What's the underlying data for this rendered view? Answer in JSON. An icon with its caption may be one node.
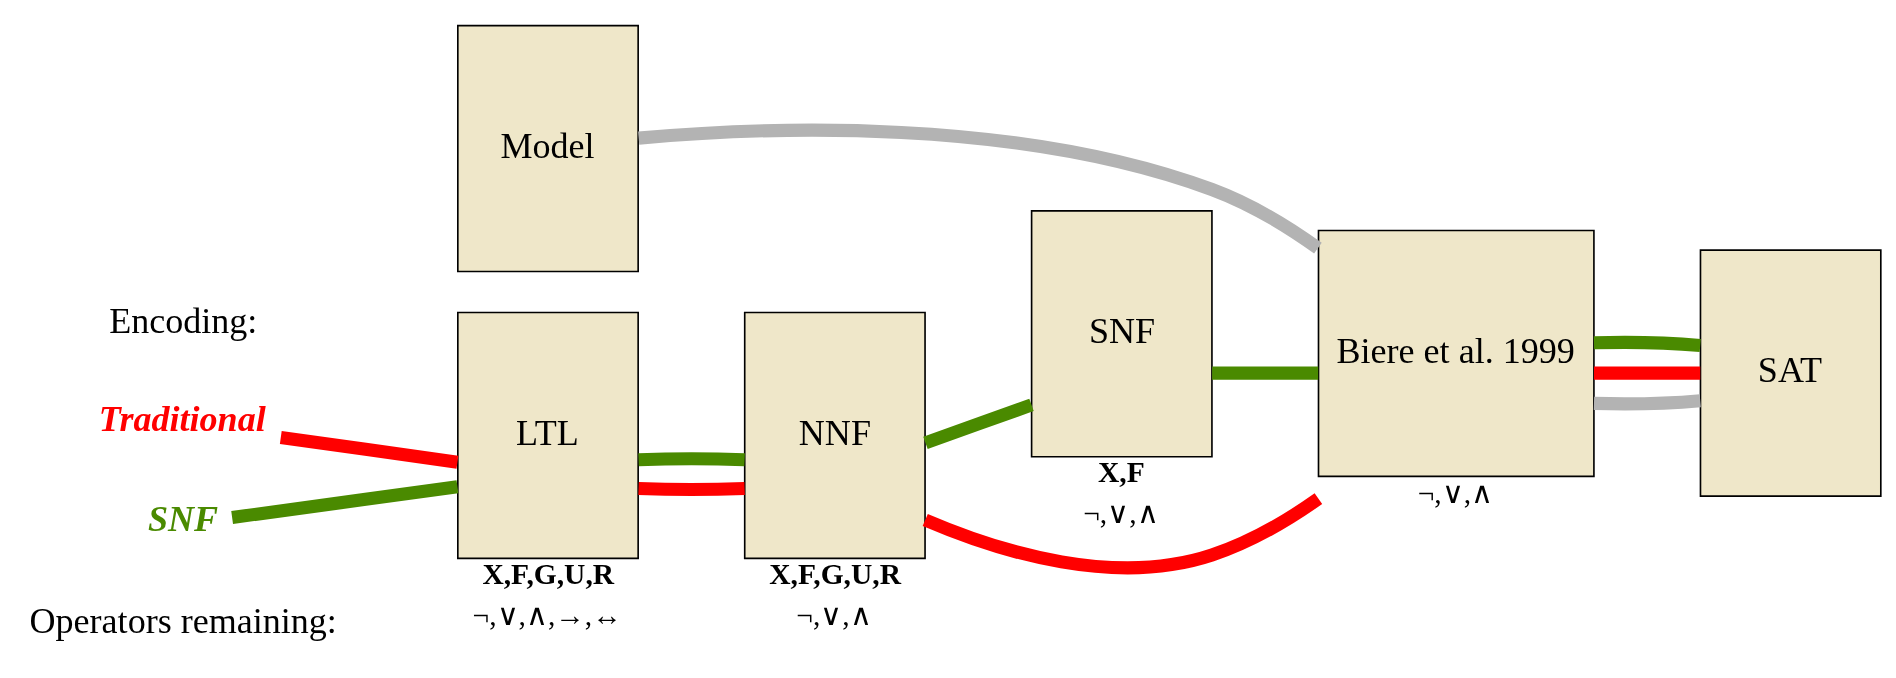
{
  "diagram": {
    "nodes": [
      {
        "text": [
          "Traditional"
        ]
      },
      {
        "text": [
          "SNF"
        ]
      },
      {
        "text": [
          "Model"
        ]
      },
      {
        "text": [
          "LTL"
        ],
        "beside": [
          "X,F,G,U,R",
          "¬,∨,∧,→,↔"
        ]
      },
      {
        "text": [
          "NNF"
        ],
        "beside": [
          "X,F,G,U,R",
          "¬,∨,∧"
        ]
      },
      {
        "text": [
          "SNF"
        ],
        "beside": [
          "X,F",
          "¬,∨,∧"
        ]
      },
      {
        "text": [
          "Biere et al. 1999"
        ],
        "beside": [
          "¬,∨,∧"
        ]
      },
      {
        "text": [
          "SAT"
        ]
      }
    ],
    "edges": [
      {
        "from": 2,
        "to": 6,
        "arrow": "none",
        "color": "#b3b3b3"
      },
      {
        "from": 6,
        "to": 7,
        "arrow": "none",
        "color": "#b3b3b3"
      },
      {
        "from": 0,
        "to": 3,
        "arrow": "none",
        "color": "#ff0000"
      },
      {
        "from": 3,
        "to": 4,
        "arrow": "none",
        "color": "#ff0000"
      },
      {
        "from": 4,
        "to": 6,
        "arrow": "none",
        "color": "#ff0000"
      },
      {
        "from": 6,
        "to": 7,
        "arrow": "none",
        "color": "#ff0000"
      },
      {
        "from": 1,
        "to": 3,
        "arrow": "none",
        "color": "#4a8a00"
      },
      {
        "from": 3,
        "to": 4,
        "arrow": "none",
        "color": "#4a8a00"
      },
      {
        "from": 4,
        "to": 5,
        "arrow": "none",
        "color": "#4a8a00"
      },
      {
        "from": 5,
        "to": 6,
        "arrow": "none",
        "color": "#4a8a00"
      },
      {
        "from": 6,
        "to": 7,
        "arrow": "none",
        "color": "#4a8a00"
      }
    ],
    "labels": [
      "Encoding:",
      "Operators remaining:"
    ]
  }
}
